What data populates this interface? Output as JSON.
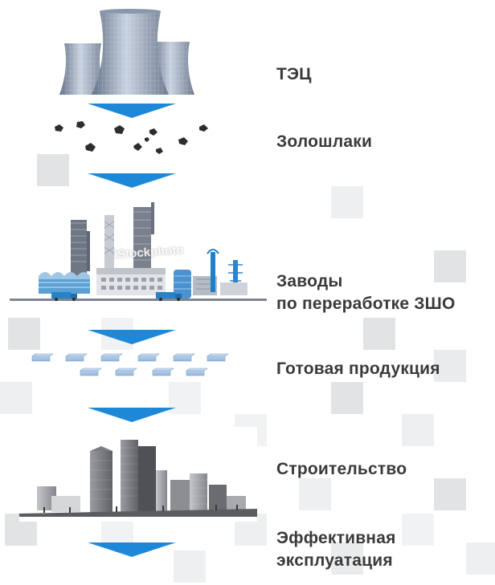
{
  "steps": [
    {
      "id": "tpp",
      "label": "ТЭЦ",
      "icon": "cooling-towers-icon"
    },
    {
      "id": "ash",
      "label": "Золошлаки",
      "icon": "ash-slag-pieces-icon"
    },
    {
      "id": "plants",
      "label_line1": "Заводы",
      "label_line2": "по переработке ЗШО",
      "icon": "processing-plant-icon"
    },
    {
      "id": "product",
      "label": "Готовая продукция",
      "icon": "finished-blocks-icon"
    },
    {
      "id": "construction",
      "label": "Строительство",
      "icon": "city-buildings-icon"
    },
    {
      "id": "operation",
      "label_line1": "Эффективная",
      "label_line2": "эксплуатация"
    }
  ],
  "watermark": "iStockphoto",
  "colors": {
    "arrow": "#1e88d8",
    "label": "#3a3a3a",
    "tile": "#d9dadc"
  }
}
